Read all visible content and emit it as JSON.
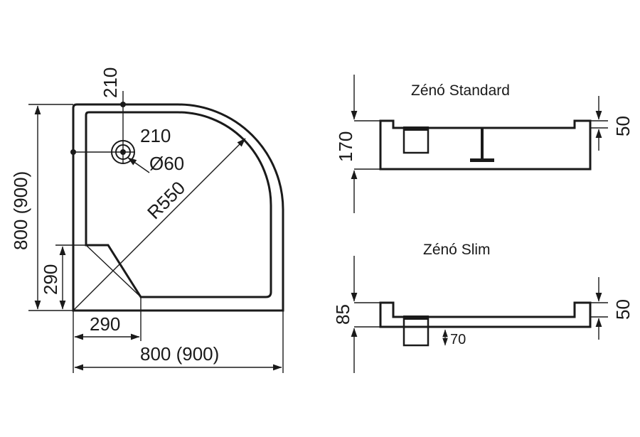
{
  "top_view": {
    "dim_total_width": "800 (900)",
    "dim_total_height": "800 (900)",
    "dim_corner_width": "290",
    "dim_corner_height": "290",
    "dim_radius": "R550",
    "dim_drain_offset_top": "210",
    "dim_drain_offset_left": "210",
    "dim_drain_diameter": "Ø60"
  },
  "standard_section": {
    "title": "Zénó Standard",
    "dim_height": "170",
    "dim_edge": "50"
  },
  "slim_section": {
    "title": "Zénó Slim",
    "dim_height": "85",
    "dim_edge": "50",
    "dim_drain_depth": "70"
  }
}
